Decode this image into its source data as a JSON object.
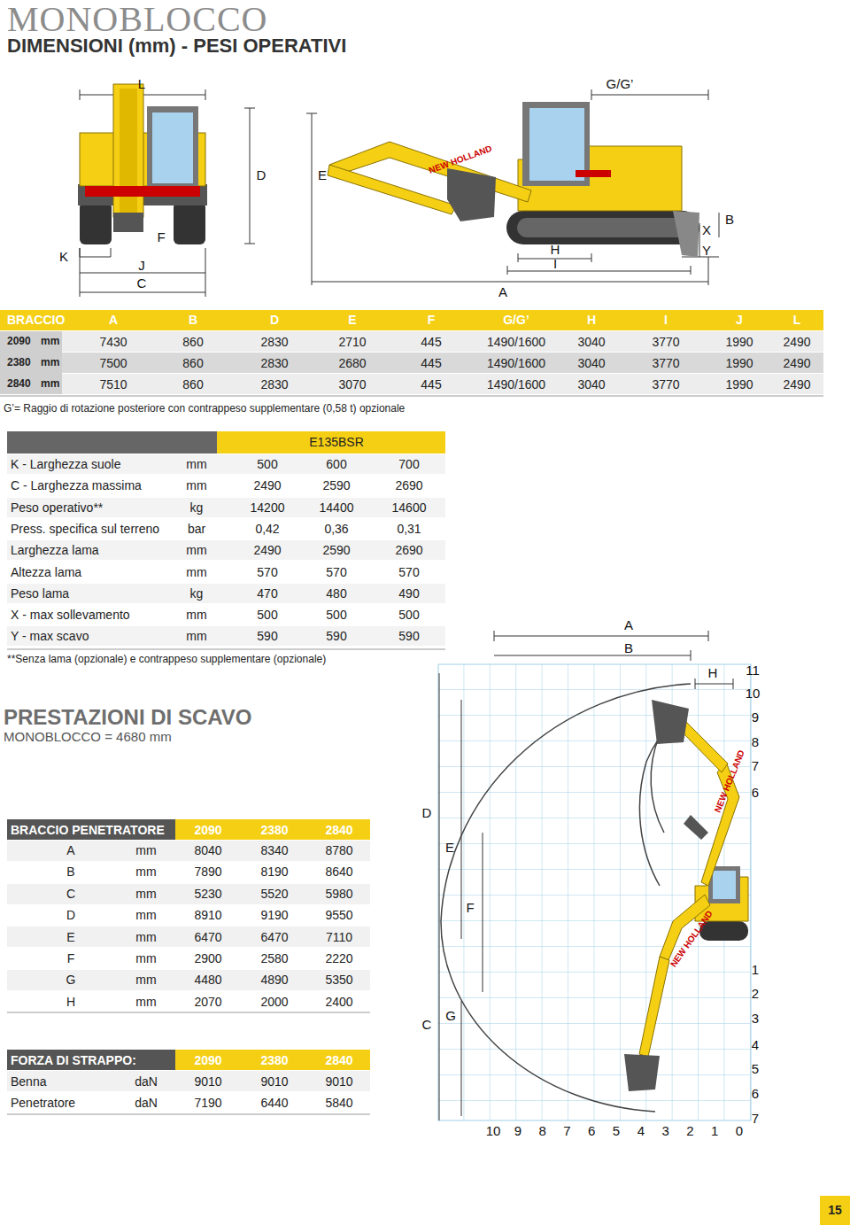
{
  "diagram": {
    "title": "MONOBLOCCO",
    "labels": [
      "DIMENSIONI (mm) - PESI OPERATIVI",
      "L",
      "G/G’",
      "D",
      "E",
      "F",
      "K",
      "J",
      "C",
      "H",
      "I",
      "A",
      "X",
      "Y",
      "B",
      "NEW HOLLAND",
      "NEW HOLLAND",
      "BRACCIO",
      "A",
      "B",
      "D",
      "E",
      "F",
      "G/G’",
      "H",
      "I",
      "J",
      "L",
      "2090",
      "mm",
      "7430",
      "860",
      "2830",
      "2710",
      "445",
      "1490/1600",
      "3040",
      "3770",
      "1990",
      "2490",
      "2380",
      "mm",
      "7500",
      "860",
      "2830",
      "2680",
      "445",
      "1490/1600",
      "3040",
      "3770",
      "1990",
      "2490",
      "2840",
      "mm",
      "7510",
      "860",
      "2830",
      "3070",
      "445",
      "1490/1600",
      "3040",
      "3770",
      "1990",
      "2490",
      "G’= Raggio di rotazione posteriore con contrappeso supplementare (0,58 t) opzionale",
      "E135BSR",
      "K - Larghezza suole",
      "mm",
      "500",
      "600",
      "700",
      "C - Larghezza massima",
      "mm",
      "2490",
      "2590",
      "2690",
      "Peso operativo**",
      "kg",
      "14200",
      "14400",
      "14600",
      "Press. specifica sul terreno",
      "bar",
      "0,42",
      "0,36",
      "0,31",
      "Larghezza lama",
      "mm",
      "2490",
      "2590",
      "2690",
      "Altezza lama",
      "mm",
      "570",
      "570",
      "570",
      "Peso lama",
      "kg",
      "470",
      "480",
      "490",
      "X - max sollevamento",
      "mm",
      "500",
      "500",
      "500",
      "Y - max scavo",
      "mm",
      "590",
      "590",
      "590",
      "**Senza lama (opzionale) e contrappeso supplementare (opzionale)",
      "PRESTAZIONI DI SCAVO",
      "MONOBLOCCO = 4680 mm",
      "BRACCIO PENETRATORE",
      "2090",
      "2380",
      "2840",
      "A",
      "mm",
      "8040",
      "8340",
      "8780",
      "B",
      "mm",
      "7890",
      "8190",
      "8640",
      "C",
      "mm",
      "5230",
      "5520",
      "5980",
      "D",
      "mm",
      "8910",
      "9190",
      "9550",
      "E",
      "mm",
      "6470",
      "6470",
      "7110",
      "F",
      "mm",
      "2900",
      "2580",
      "2220",
      "G",
      "mm",
      "4480",
      "4890",
      "5350",
      "H",
      "mm",
      "2070",
      "2000",
      "2400",
      "FORZA DI STRAPPO:",
      "2090",
      "2380",
      "2840",
      "Benna",
      "daN",
      "9010",
      "9010",
      "9010",
      "Penetratore",
      "daN",
      "7190",
      "6440",
      "5840",
      "A",
      "B",
      "H",
      "11",
      "10",
      "9",
      "8",
      "7",
      "6",
      "D",
      "E",
      "F",
      "C",
      "G",
      "1",
      "2",
      "3",
      "4",
      "5",
      "6",
      "7",
      "10",
      "9",
      "8",
      "7",
      "6",
      "5",
      "4",
      "3",
      "2",
      "1",
      "0",
      "NEW HOLLAND",
      "NEW HOLLAND",
      "15"
    ]
  }
}
